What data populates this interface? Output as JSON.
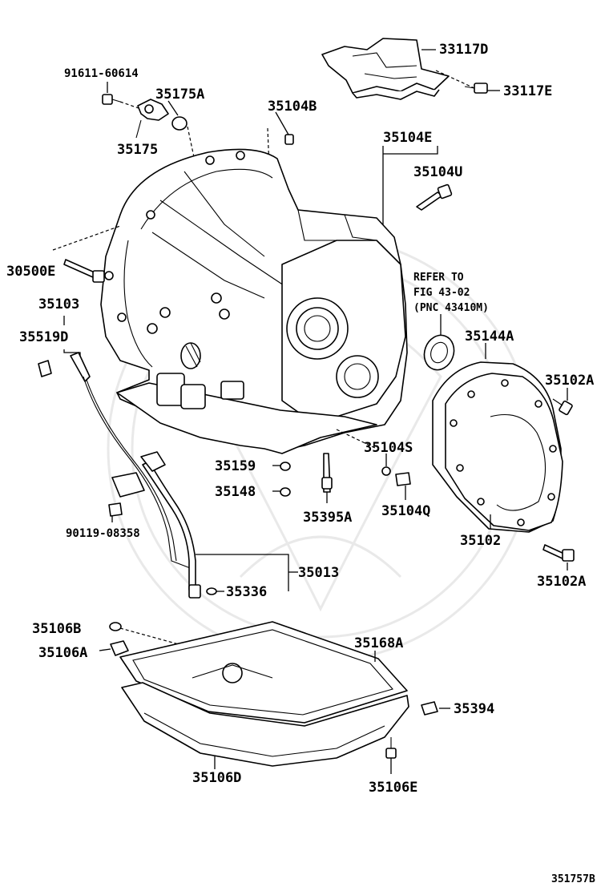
{
  "figure_id": "351757B",
  "labels": {
    "p33117D": "33117D",
    "p33117E": "33117E",
    "p91611": "91611-60614",
    "p35175A": "35175A",
    "p35175": "35175",
    "p35104B": "35104B",
    "p35104E": "35104E",
    "p35104U": "35104U",
    "p30500E": "30500E",
    "p35103": "35103",
    "p35519D": "35519D",
    "p35144A": "35144A",
    "p35102A_top": "35102A",
    "p35104S": "35104S",
    "p35159": "35159",
    "p35148": "35148",
    "p35395A": "35395A",
    "p35104Q": "35104Q",
    "p90119": "90119-08358",
    "p35102": "35102",
    "p35102A_bot": "35102A",
    "p35013": "35013",
    "p35336": "35336",
    "p35106B": "35106B",
    "p35106A": "35106A",
    "p35168A": "35168A",
    "p35394": "35394",
    "p35106D": "35106D",
    "p35106E": "35106E"
  },
  "refer_note": {
    "line1": "REFER TO",
    "line2": "FIG 43-02",
    "line3": "(PNC 43410M)"
  }
}
